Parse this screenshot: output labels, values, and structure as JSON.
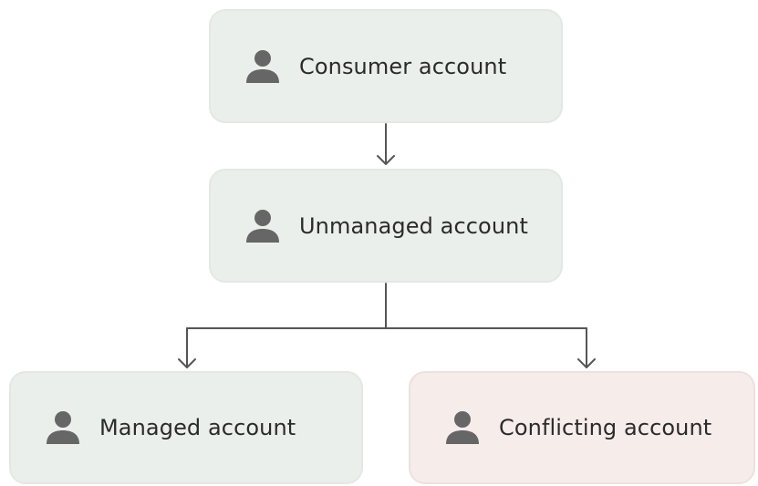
{
  "nodes": {
    "consumer": {
      "label": "Consumer account",
      "icon": "person-icon"
    },
    "unmanaged": {
      "label": "Unmanaged account",
      "icon": "person-icon"
    },
    "managed": {
      "label": "Managed account",
      "icon": "person-icon"
    },
    "conflicting": {
      "label": "Conflicting account",
      "icon": "person-icon"
    }
  },
  "edges": [
    {
      "from": "consumer",
      "to": "unmanaged"
    },
    {
      "from": "unmanaged",
      "to": "managed"
    },
    {
      "from": "unmanaged",
      "to": "conflicting"
    }
  ],
  "colors": {
    "node_fill": "#eaefeb",
    "conflict_fill": "#f6ecea",
    "icon": "#666666",
    "connector": "#555555",
    "text": "#2b2b2b"
  }
}
